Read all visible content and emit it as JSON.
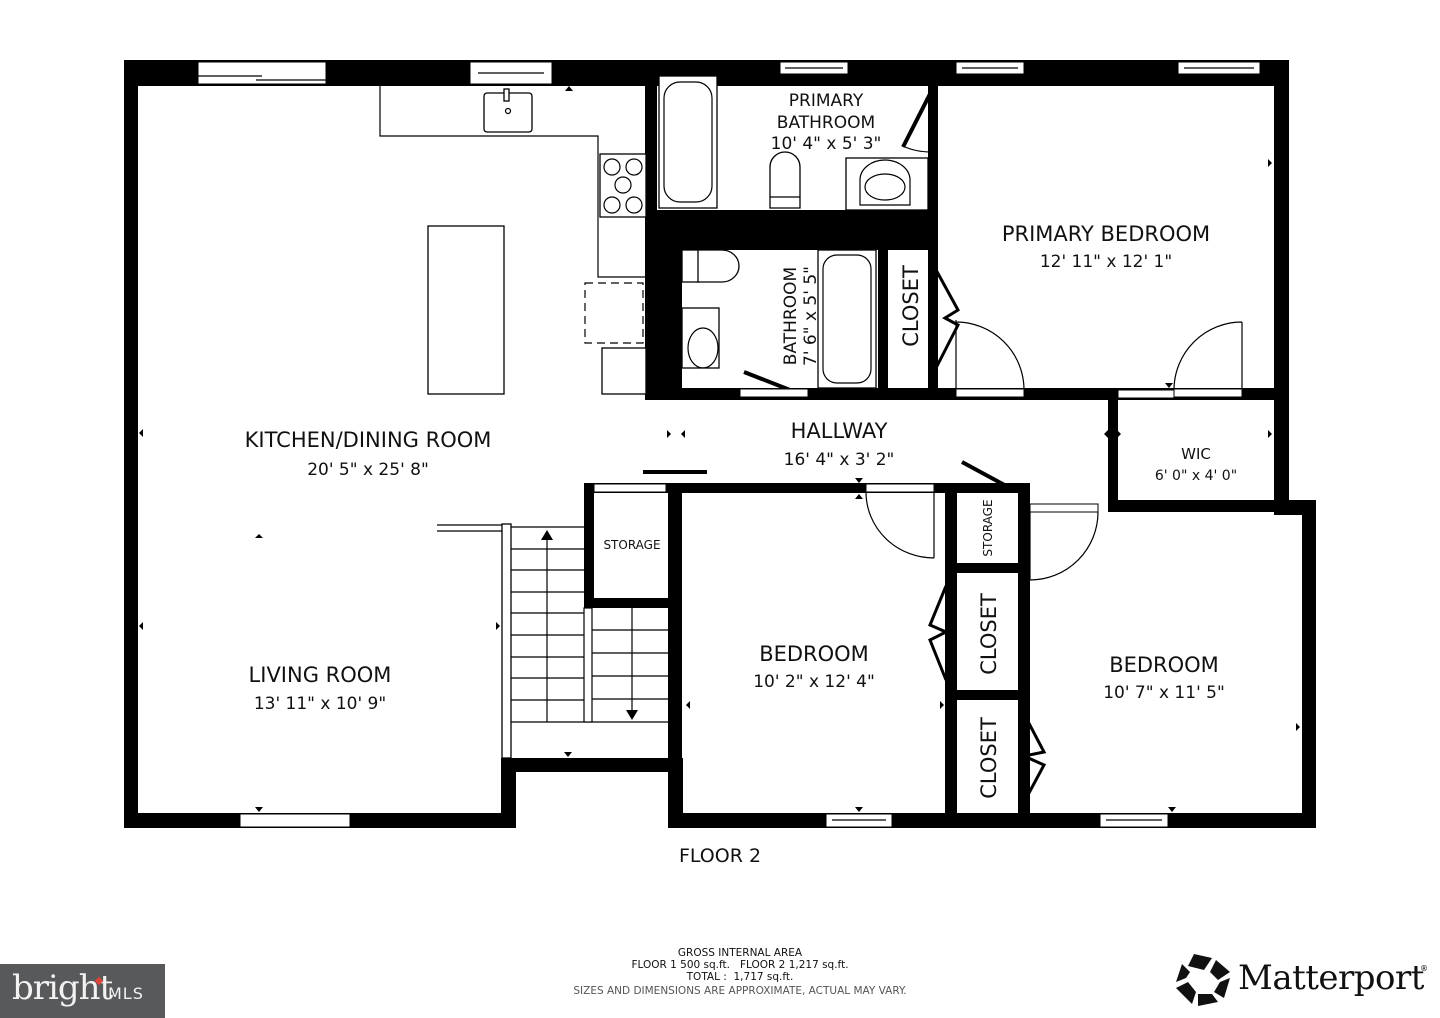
{
  "floor_plan": {
    "floor_label": "FLOOR 2",
    "rooms": [
      {
        "id": "kitchen",
        "name": "KITCHEN/DINING ROOM",
        "dims": "20' 5\" x 25' 8\""
      },
      {
        "id": "living",
        "name": "LIVING ROOM",
        "dims": "13' 11\" x 10' 9\""
      },
      {
        "id": "primary_bath",
        "name_line1": "PRIMARY",
        "name_line2": "BATHROOM",
        "dims": "10' 4\" x 5' 3\""
      },
      {
        "id": "bath",
        "name": "BATHROOM",
        "dims": "7' 6\" x 5' 5\""
      },
      {
        "id": "closet_a",
        "name": "CLOSET"
      },
      {
        "id": "primary_bed",
        "name": "PRIMARY BEDROOM",
        "dims": "12' 11\" x 12' 1\""
      },
      {
        "id": "hallway",
        "name": "HALLWAY",
        "dims": "16' 4\" x 3' 2\""
      },
      {
        "id": "wic",
        "name": "WIC",
        "dims": "6' 0\" x 4' 0\""
      },
      {
        "id": "storage_a",
        "name": "STORAGE"
      },
      {
        "id": "storage_b",
        "name": "STORAGE"
      },
      {
        "id": "bedroom_a",
        "name": "BEDROOM",
        "dims": "10' 2\" x 12' 4\""
      },
      {
        "id": "closet_b",
        "name": "CLOSET"
      },
      {
        "id": "closet_c",
        "name": "CLOSET"
      },
      {
        "id": "bedroom_b",
        "name": "BEDROOM",
        "dims": "10' 7\" x 11' 5\""
      }
    ]
  },
  "gross_internal_area": {
    "title": "GROSS INTERNAL AREA",
    "floors_line": "FLOOR 1 500 sq.ft.   FLOOR 2 1,217 sq.ft.",
    "total_line": "TOTAL :  1,717 sq.ft.",
    "disclaimer": "SIZES AND DIMENSIONS ARE APPROXIMATE, ACTUAL MAY VARY."
  },
  "branding": {
    "mls_logo_word": "bright",
    "mls_logo_suffix": "MLS",
    "mls_bg_color": "#58595b",
    "mls_accent_color": "#e0433a",
    "vendor_logo_word": "Matterport",
    "vendor_reg_mark": "®"
  }
}
